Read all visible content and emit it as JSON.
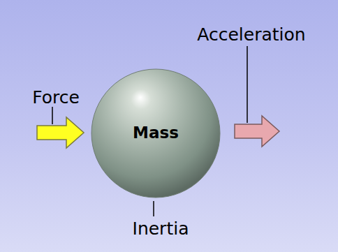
{
  "diagram": {
    "nodes": [
      {
        "text": [
          "Mass"
        ]
      }
    ],
    "labels": [
      "Force",
      "Acceleration",
      "Inertia"
    ]
  }
}
